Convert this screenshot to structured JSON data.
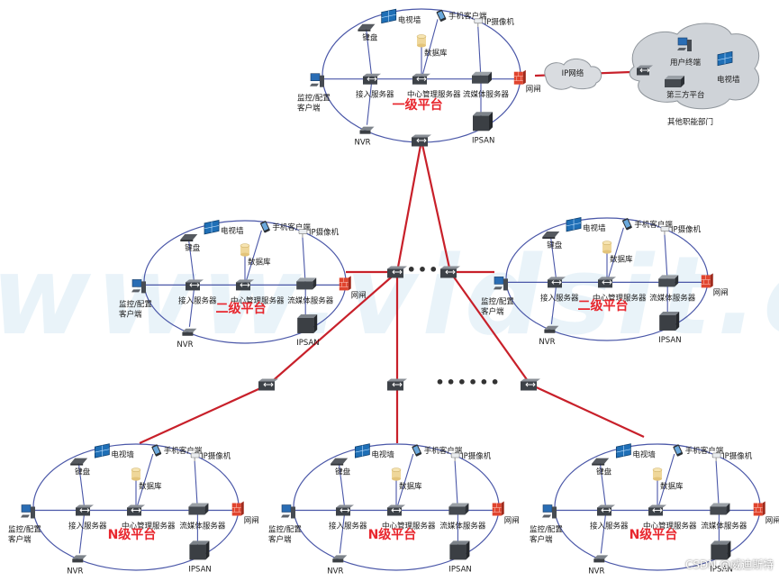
{
  "labels": {
    "tv_wall": "电视墙",
    "mobile_client": "手机客户端",
    "ip_camera": "IP摄像机",
    "keyboard": "键盘",
    "database": "数据库",
    "monitor_client_line1": "监控/配置",
    "monitor_client_line2": "客户端",
    "access_server": "接入服务器",
    "central_mgmt_server": "中心管理服务器",
    "streaming_server": "流媒体服务器",
    "gateway": "网闸",
    "nvr": "NVR",
    "ipsan": "IPSAN",
    "ip_network": "IP网络",
    "user_terminal": "用户终端",
    "third_party": "第三方平台",
    "other_depts": "其他职能部门"
  },
  "platforms": {
    "level1": "一级平台",
    "level2": "二级平台",
    "levelN": "N级平台"
  },
  "ellipsis_small": "•••",
  "ellipsis_large": "••••••",
  "watermark": "www.vidsit.cn",
  "footer": "CSDN @威迪斯特",
  "colors": {
    "ring": "#4a57a8",
    "link": "#c8202a",
    "gateway": "#e0442e",
    "platform_text": "#e8262d"
  },
  "icons": [
    "tv-wall-icon",
    "phone-icon",
    "camera-icon",
    "keyboard-icon",
    "database-icon",
    "pc-icon",
    "server-icon",
    "firewall-icon",
    "switch-icon",
    "storage-icon",
    "cloud-icon"
  ]
}
